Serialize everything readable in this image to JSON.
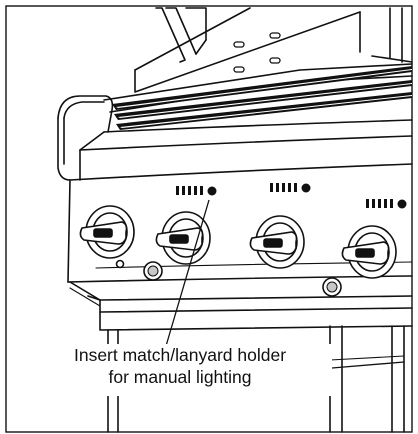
{
  "callout": {
    "line1": "Insert match/lanyard holder",
    "line2": "for manual lighting"
  },
  "colors": {
    "ink": "#111111",
    "paper": "#ffffff",
    "shade": "#c8c8c8"
  },
  "icons": [
    "grill-illustration",
    "control-knob-icon",
    "igniter-button-icon",
    "vent-holes-icon"
  ]
}
